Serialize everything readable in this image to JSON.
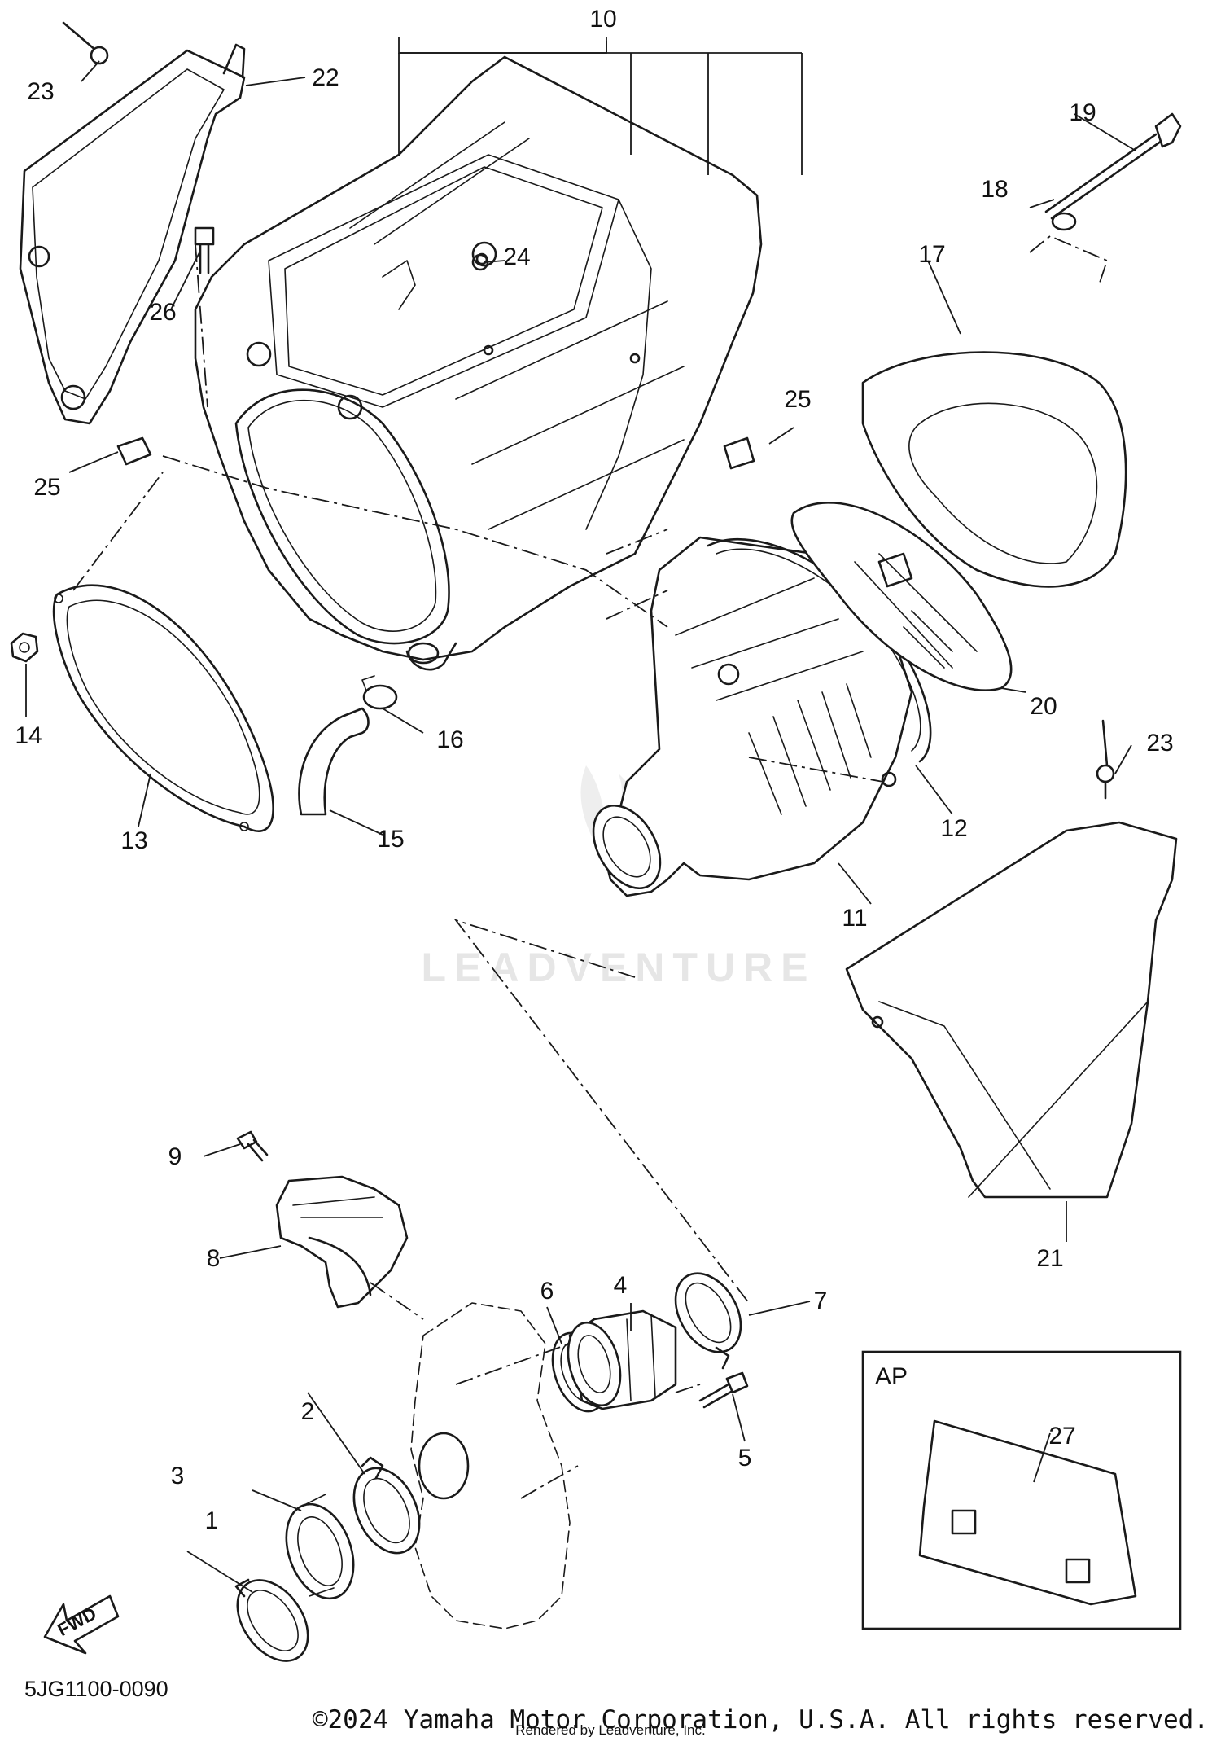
{
  "watermark": "LEADVENTURE",
  "diagram_code": "5JG1100-0090",
  "copyright": "©2024 Yamaha Motor Corporation, U.S.A. All rights reserved.",
  "rendered_by": "Rendered by Leadventure, Inc.",
  "inset_label": "AP",
  "fwd_label": "FWD",
  "callouts": [
    {
      "id": "c1",
      "label": "1"
    },
    {
      "id": "c2",
      "label": "2"
    },
    {
      "id": "c3",
      "label": "3"
    },
    {
      "id": "c4",
      "label": "4"
    },
    {
      "id": "c5",
      "label": "5"
    },
    {
      "id": "c6",
      "label": "6"
    },
    {
      "id": "c7",
      "label": "7"
    },
    {
      "id": "c8",
      "label": "8"
    },
    {
      "id": "c9",
      "label": "9"
    },
    {
      "id": "c10",
      "label": "10"
    },
    {
      "id": "c11",
      "label": "11"
    },
    {
      "id": "c12",
      "label": "12"
    },
    {
      "id": "c13",
      "label": "13"
    },
    {
      "id": "c14",
      "label": "14"
    },
    {
      "id": "c15",
      "label": "15"
    },
    {
      "id": "c16",
      "label": "16"
    },
    {
      "id": "c17",
      "label": "17"
    },
    {
      "id": "c18",
      "label": "18"
    },
    {
      "id": "c19",
      "label": "19"
    },
    {
      "id": "c20",
      "label": "20"
    },
    {
      "id": "c21",
      "label": "21"
    },
    {
      "id": "c22",
      "label": "22"
    },
    {
      "id": "c23a",
      "label": "23"
    },
    {
      "id": "c23b",
      "label": "23"
    },
    {
      "id": "c24",
      "label": "24"
    },
    {
      "id": "c25a",
      "label": "25"
    },
    {
      "id": "c25b",
      "label": "25"
    },
    {
      "id": "c26",
      "label": "26"
    },
    {
      "id": "c27",
      "label": "27"
    }
  ]
}
